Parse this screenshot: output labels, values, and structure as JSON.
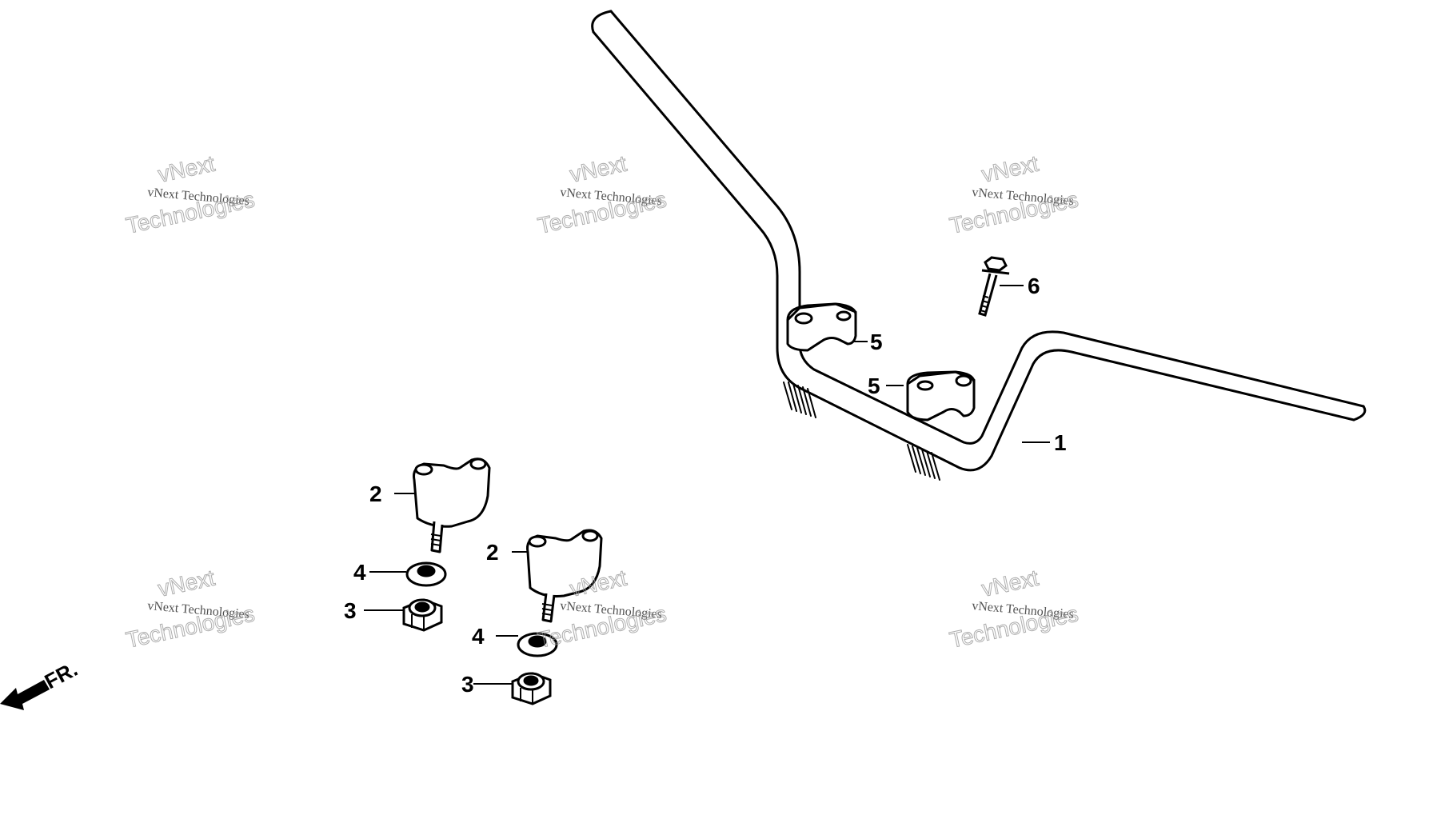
{
  "callouts": {
    "handlebar": "1",
    "holder_upper": "2",
    "holder_lower": "2",
    "nut_left": "3",
    "nut_right": "3",
    "washer_left": "4",
    "washer_right": "4",
    "upper_holder_a": "5",
    "upper_holder_b": "5",
    "bolt": "6"
  },
  "front_marker": "FR.",
  "watermark": {
    "line1": "vNext Technologies",
    "big_top": "vNext",
    "big_bottom": "Technologies"
  }
}
